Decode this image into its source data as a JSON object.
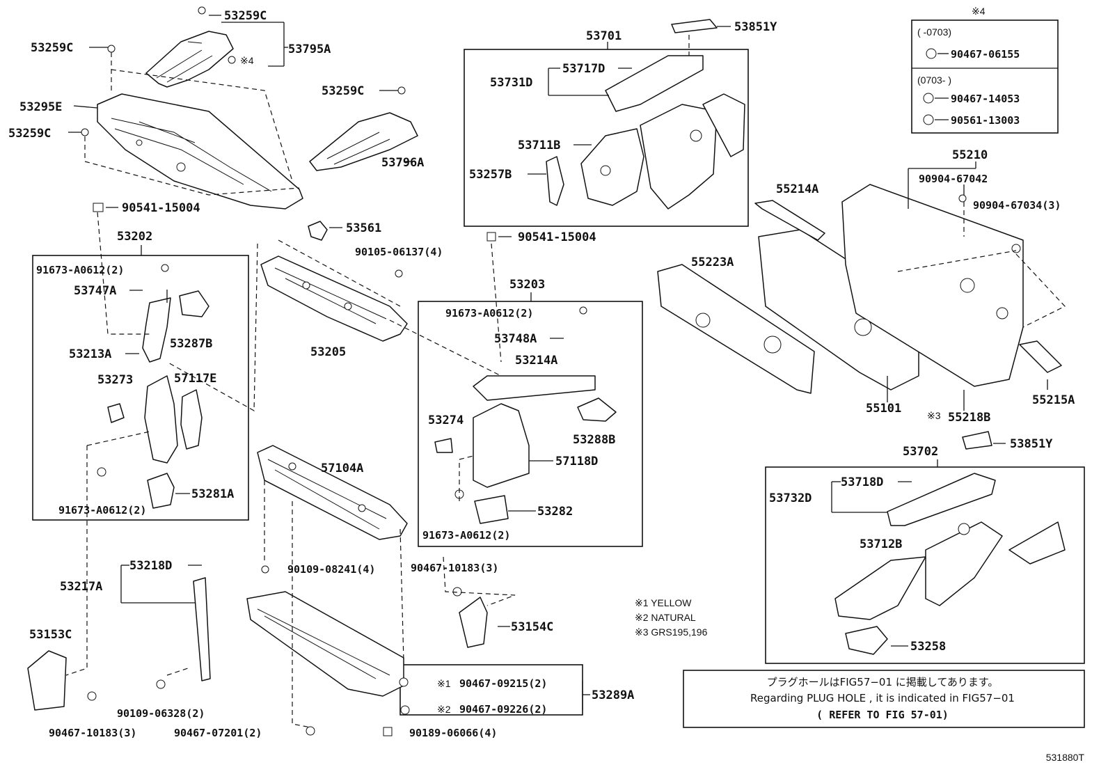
{
  "part_labels": {
    "p53259C_a": "53259C",
    "p53259C_b": "53259C",
    "p53259C_c": "53259C",
    "p53259C_d": "53259C",
    "p53795A": "53795A",
    "p53295E": "53295E",
    "p53796A": "53796A",
    "p90541_15004_a": "90541-15004",
    "p90541_15004_b": "90541-15004",
    "p53202": "53202",
    "p91673_a": "91673-A0612(2)",
    "p91673_b": "91673-A0612(2)",
    "p91673_c": "91673-A0612(2)",
    "p91673_d": "91673-A0612(2)",
    "p53747A": "53747A",
    "p53287B": "53287B",
    "p53213A": "53213A",
    "p53273": "53273",
    "p57117E": "57117E",
    "p53281A": "53281A",
    "p53561": "53561",
    "p90105": "90105-06137(4)",
    "p53205": "53205",
    "p53701": "53701",
    "p53851Y_a": "53851Y",
    "p53851Y_b": "53851Y",
    "p53717D": "53717D",
    "p53731D": "53731D",
    "p53711B": "53711B",
    "p53257B": "53257B",
    "p53203": "53203",
    "p53748A": "53748A",
    "p53214A": "53214A",
    "p53274": "53274",
    "p53288B": "53288B",
    "p57118D": "57118D",
    "p53282": "53282",
    "p57104A": "57104A",
    "p90109_08241": "90109-08241(4)",
    "p90467_10183_a": "90467-10183(3)",
    "p90467_10183_b": "90467-10183(3)",
    "p53154C": "53154C",
    "p53218D": "53218D",
    "p53217A": "53217A",
    "p53153C": "53153C",
    "p90109_06328": "90109-06328(2)",
    "p90467_07201": "90467-07201(2)",
    "p90467_09215": "90467-09215(2)",
    "p90467_09226": "90467-09226(2)",
    "p90189": "90189-06066(4)",
    "p53289A": "53289A",
    "p55210": "55210",
    "p90904_67042": "90904-67042",
    "p90904_67034": "90904-67034(3)",
    "p55214A": "55214A",
    "p55223A": "55223A",
    "p55101": "55101",
    "p55218B": "55218B",
    "p55215A": "55215A",
    "p53702": "53702",
    "p53718D": "53718D",
    "p53732D": "53732D",
    "p53712B": "53712B",
    "p53258": "53258",
    "p90467_06155": "90467-06155",
    "p90467_14053": "90467-14053",
    "p90561_13003": "90561-13003"
  },
  "marks": {
    "note4_ref": "※4",
    "note1_ref": "※1",
    "note2_ref": "※2",
    "note3_ref": "※3"
  },
  "legend_box": {
    "title": "※4",
    "range1": "(      -0703)",
    "range2": "(0703-      )"
  },
  "notes": {
    "n1": "※1 YELLOW",
    "n2": "※2 NATURAL",
    "n3": "※3 GRS195,196"
  },
  "plug_hole_note": {
    "line1": "プラグホールはFIG57−01 に掲載してあります。",
    "line2": "Regarding  PLUG HOLE , it is  indicated  in  FIG57−01",
    "line3": "(   REFER TO FIG 57-01)"
  },
  "figure_code": "531880T"
}
